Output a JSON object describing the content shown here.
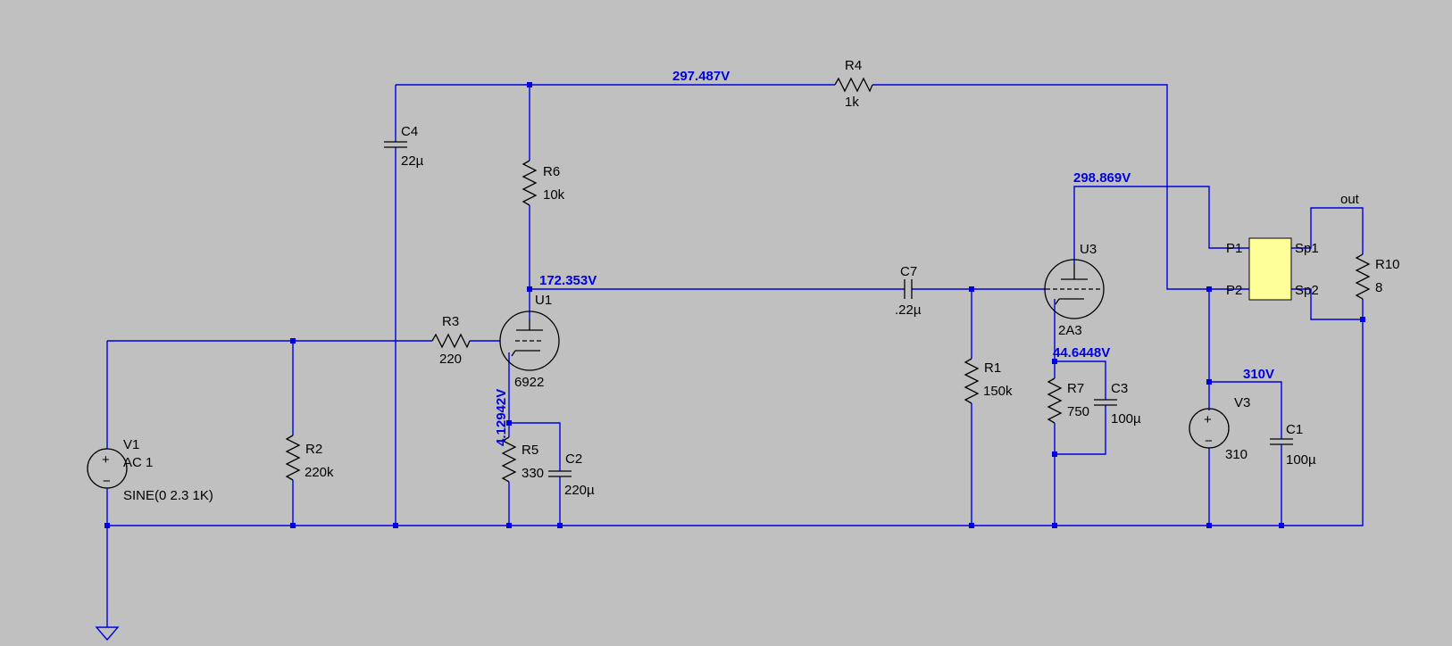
{
  "colors": {
    "background": "#c0c0c0",
    "wire": "#0000e0",
    "component": "#000000",
    "voltage_label": "#0000e0",
    "transformer_fill": "#ffff99"
  },
  "node_voltages": {
    "b_plus_rail": "297.487V",
    "u3_plate": "298.869V",
    "u1_plate": "172.353V",
    "u1_cathode": "4.12942V",
    "u3_cathode": "44.6448V",
    "supply": "310V"
  },
  "components": {
    "r4": {
      "name": "R4",
      "value": "1k"
    },
    "c4": {
      "name": "C4",
      "value": "22µ"
    },
    "r6": {
      "name": "R6",
      "value": "10k"
    },
    "u1": {
      "name": "U1",
      "value": "6922"
    },
    "r3": {
      "name": "R3",
      "value": "220"
    },
    "v1": {
      "name": "V1",
      "ac": "AC 1",
      "source": "SINE(0 2.3 1K)"
    },
    "r2": {
      "name": "R2",
      "value": "220k"
    },
    "r5": {
      "name": "R5",
      "value": "330"
    },
    "c2": {
      "name": "C2",
      "value": "220µ"
    },
    "c7": {
      "name": "C7",
      "value": ".22µ"
    },
    "r1": {
      "name": "R1",
      "value": "150k"
    },
    "u3": {
      "name": "U3",
      "value": "2A3"
    },
    "r7": {
      "name": "R7",
      "value": "750"
    },
    "c3": {
      "name": "C3",
      "value": "100µ"
    },
    "v3": {
      "name": "V3",
      "value": "310"
    },
    "c1": {
      "name": "C1",
      "value": "100µ"
    },
    "r10": {
      "name": "R10",
      "value": "8"
    },
    "transformer": {
      "p1": "P1",
      "p2": "P2",
      "sp1": "Sp1",
      "sp2": "Sp2"
    }
  },
  "net_labels": {
    "output": "out"
  }
}
